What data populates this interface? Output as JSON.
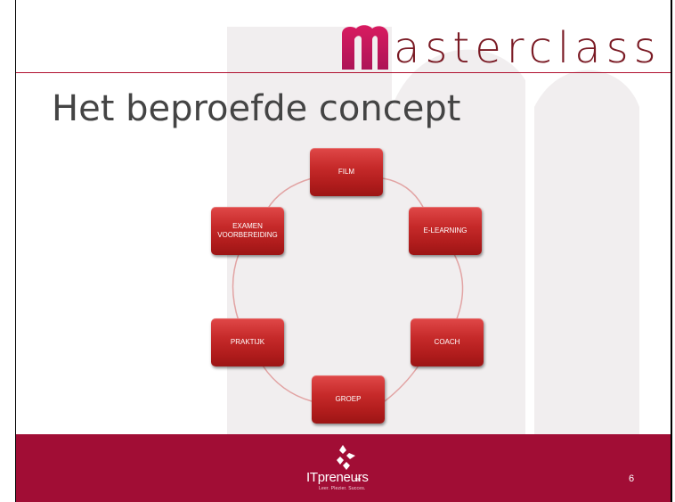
{
  "brand": {
    "initial": "m",
    "name": "asterclass",
    "accent": "#c2185b",
    "text_color": "#7a1a24"
  },
  "title": "Het beproefde concept",
  "cycle": {
    "nodes": [
      {
        "label": "FILM"
      },
      {
        "label": "E-LEARNING"
      },
      {
        "label": "COACH"
      },
      {
        "label": "GROEP"
      },
      {
        "label": "PRAKTIJK"
      },
      {
        "label": "EXAMEN VOORBEREIDING"
      }
    ],
    "node_color": "#c62a2a",
    "connector_color": "#e8a5a5"
  },
  "footer": {
    "background": "#a10d35",
    "logo_name": "ITpreneurs",
    "logo_tm": "TM",
    "tagline": "Leer. Plezier. Succes.",
    "page_number": "6"
  }
}
